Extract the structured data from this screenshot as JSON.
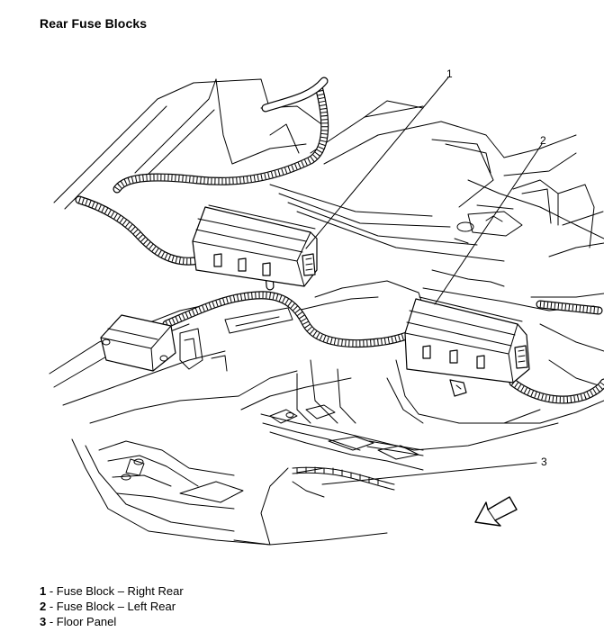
{
  "title": "Rear Fuse Blocks",
  "callouts": [
    {
      "number": "1",
      "label": "Fuse Block – Right Rear"
    },
    {
      "number": "2",
      "label": "Fuse Block – Left Rear"
    },
    {
      "number": "3",
      "label": "Floor Panel"
    }
  ],
  "legend_separator": " - ",
  "icons": {
    "direction": "front-direction-arrow-icon"
  }
}
